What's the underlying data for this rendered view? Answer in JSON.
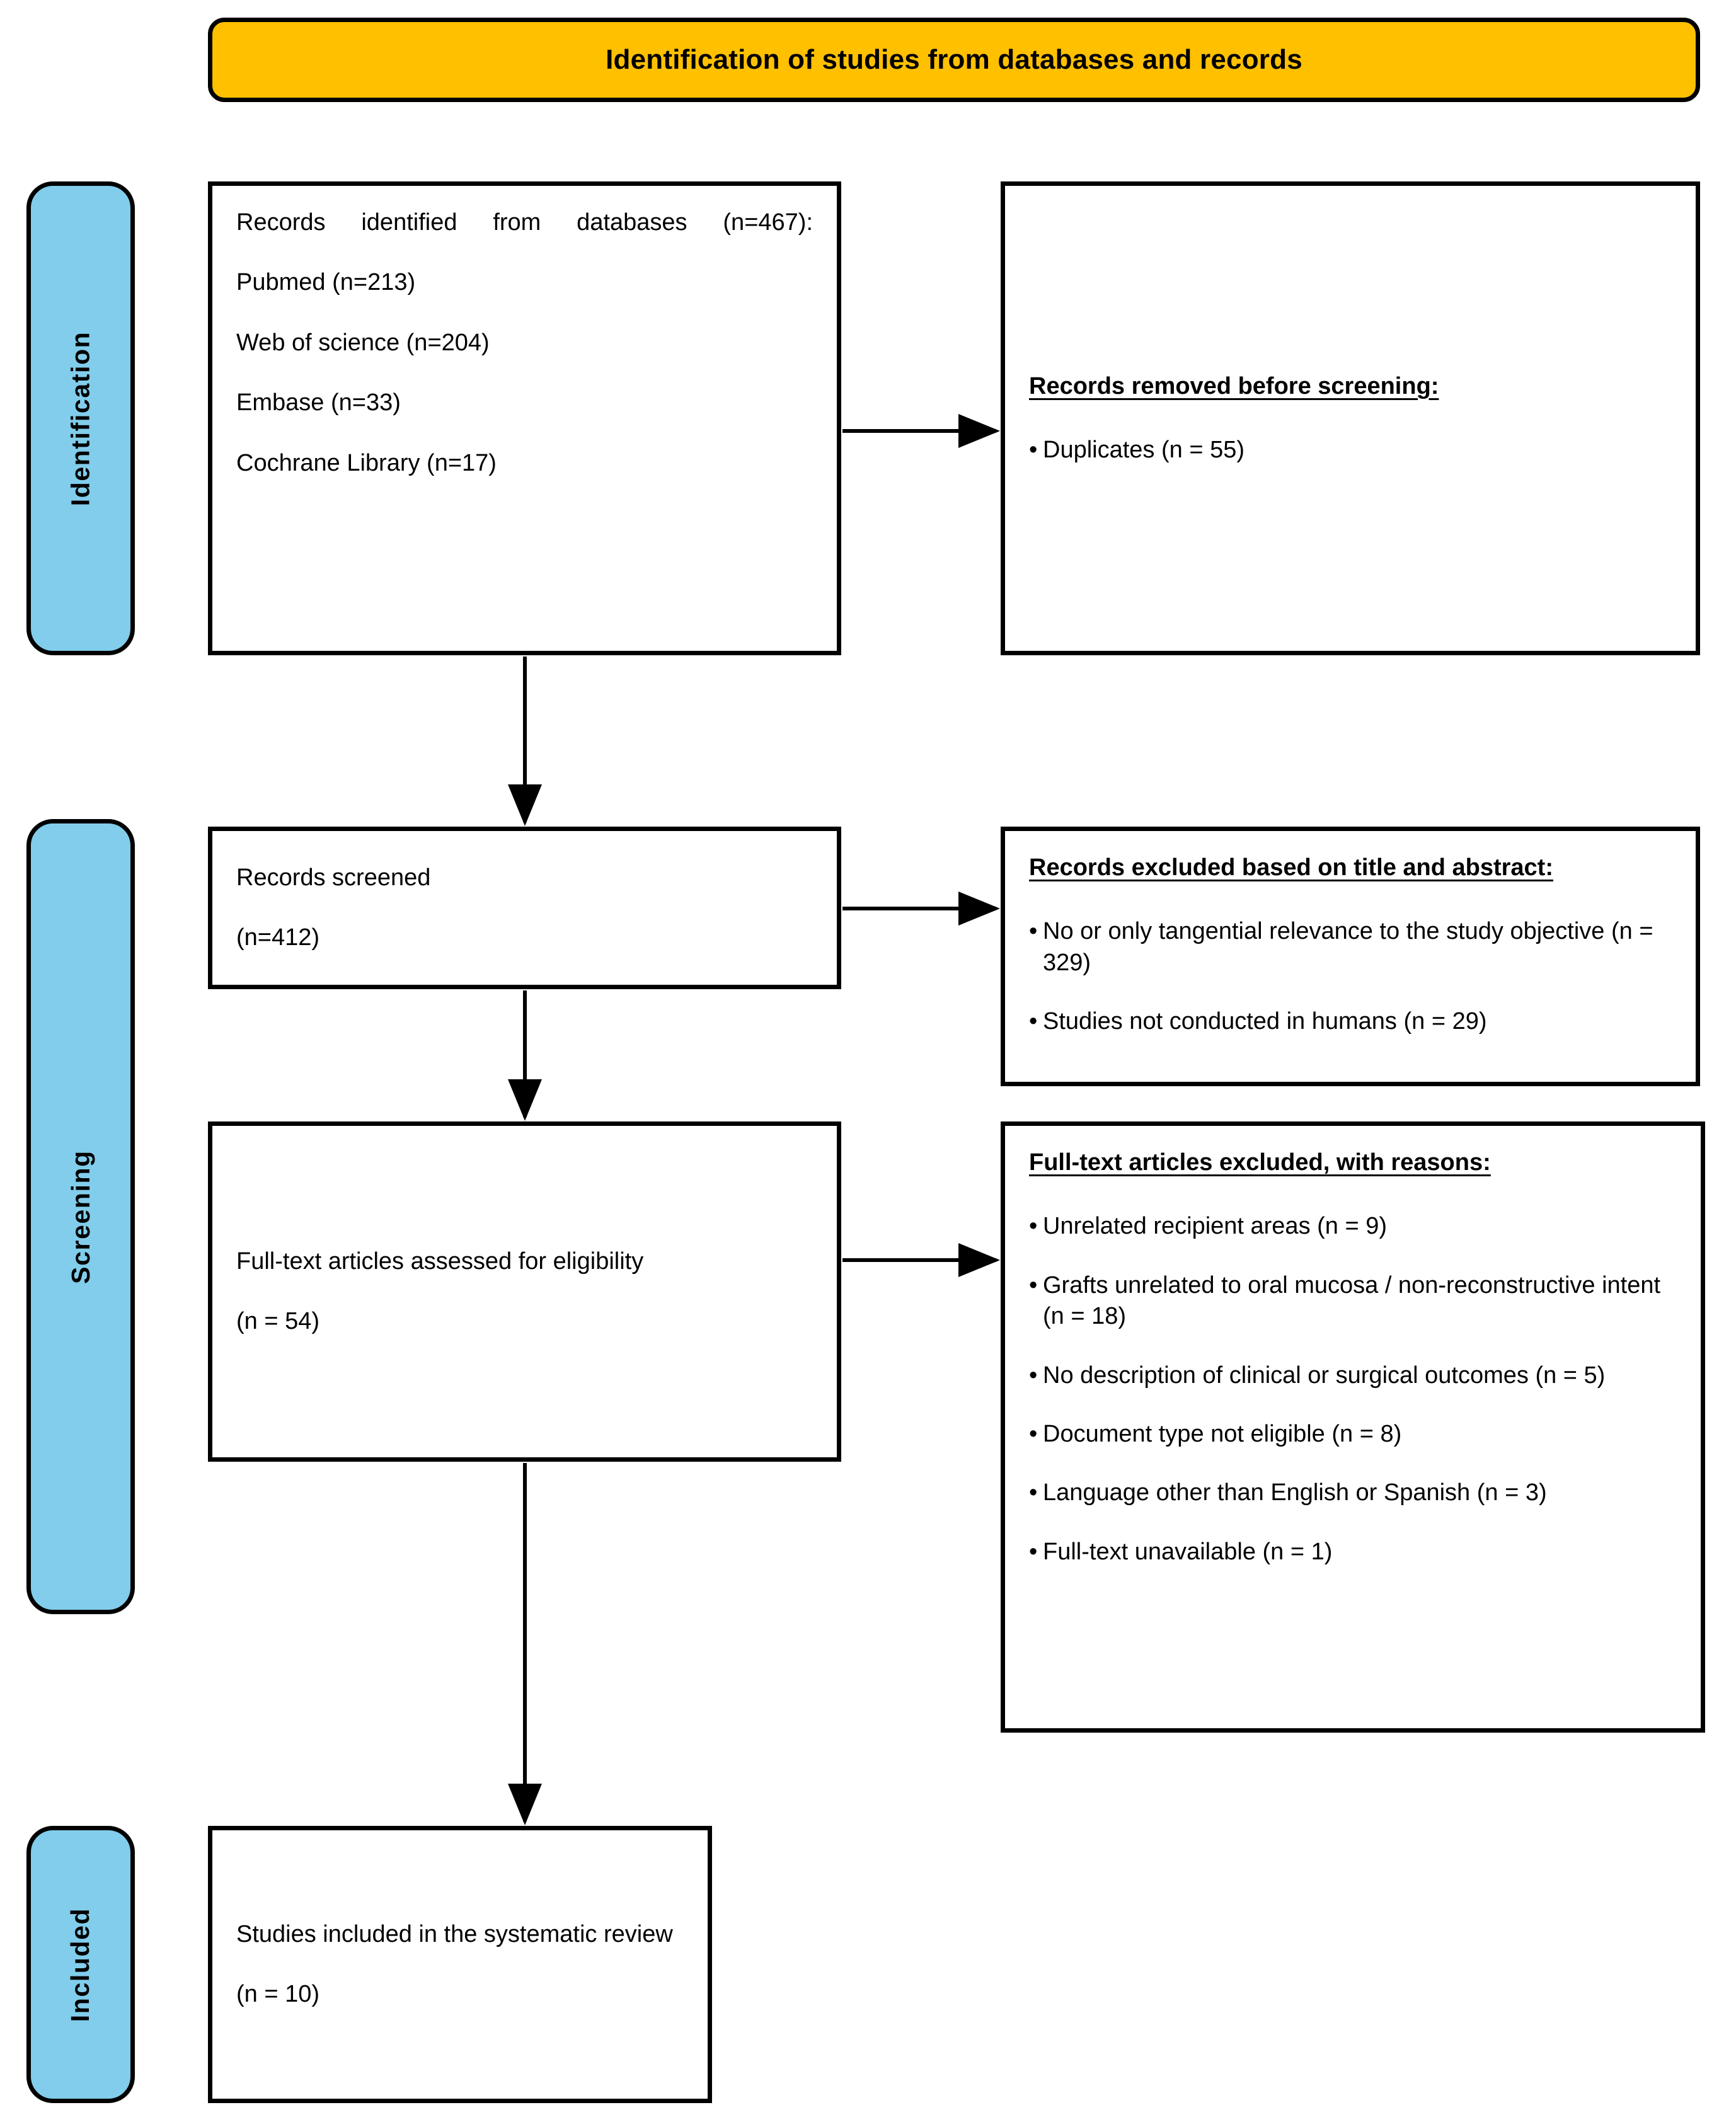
{
  "header": {
    "title": "Identification of studies from databases and records",
    "fill_color": "#FFC000"
  },
  "stages": {
    "fill_color": "#81CDEB",
    "identification": "Identification",
    "screening": "Screening",
    "included": "Included"
  },
  "boxes": {
    "identified": {
      "line1": "Records identified from databases (n=467):",
      "line2": "Pubmed (n=213)",
      "line3": "Web of science (n=204)",
      "line4": "Embase (n=33)",
      "line5": "Cochrane Library (n=17)"
    },
    "removed_before_screening": {
      "heading": "Records removed before screening:",
      "bullets": [
        "Duplicates (n = 55)"
      ]
    },
    "screened": {
      "line1": "Records screened",
      "line2": "(n=412)"
    },
    "excluded_title_abstract": {
      "heading": "Records excluded based on title and abstract:",
      "bullets": [
        "No or only tangential relevance to the study objective (n = 329)",
        "Studies not conducted in humans (n = 29)"
      ]
    },
    "fulltext_assessed": {
      "line1": "Full-text articles assessed for eligibility",
      "line2": "(n = 54)"
    },
    "excluded_fulltext": {
      "heading": "Full-text articles excluded, with reasons:",
      "bullets": [
        "Unrelated recipient areas (n = 9)",
        "Grafts unrelated to oral mucosa / non-reconstructive intent (n = 18)",
        "No description of clinical or surgical outcomes (n = 5)",
        "Document type not eligible (n = 8)",
        "Language other than English or Spanish (n = 3)",
        "Full-text unavailable (n = 1)"
      ]
    },
    "included": {
      "line1": "Studies included in the systematic review",
      "line2": "(n = 10)"
    }
  },
  "bullet_glyph": "•"
}
